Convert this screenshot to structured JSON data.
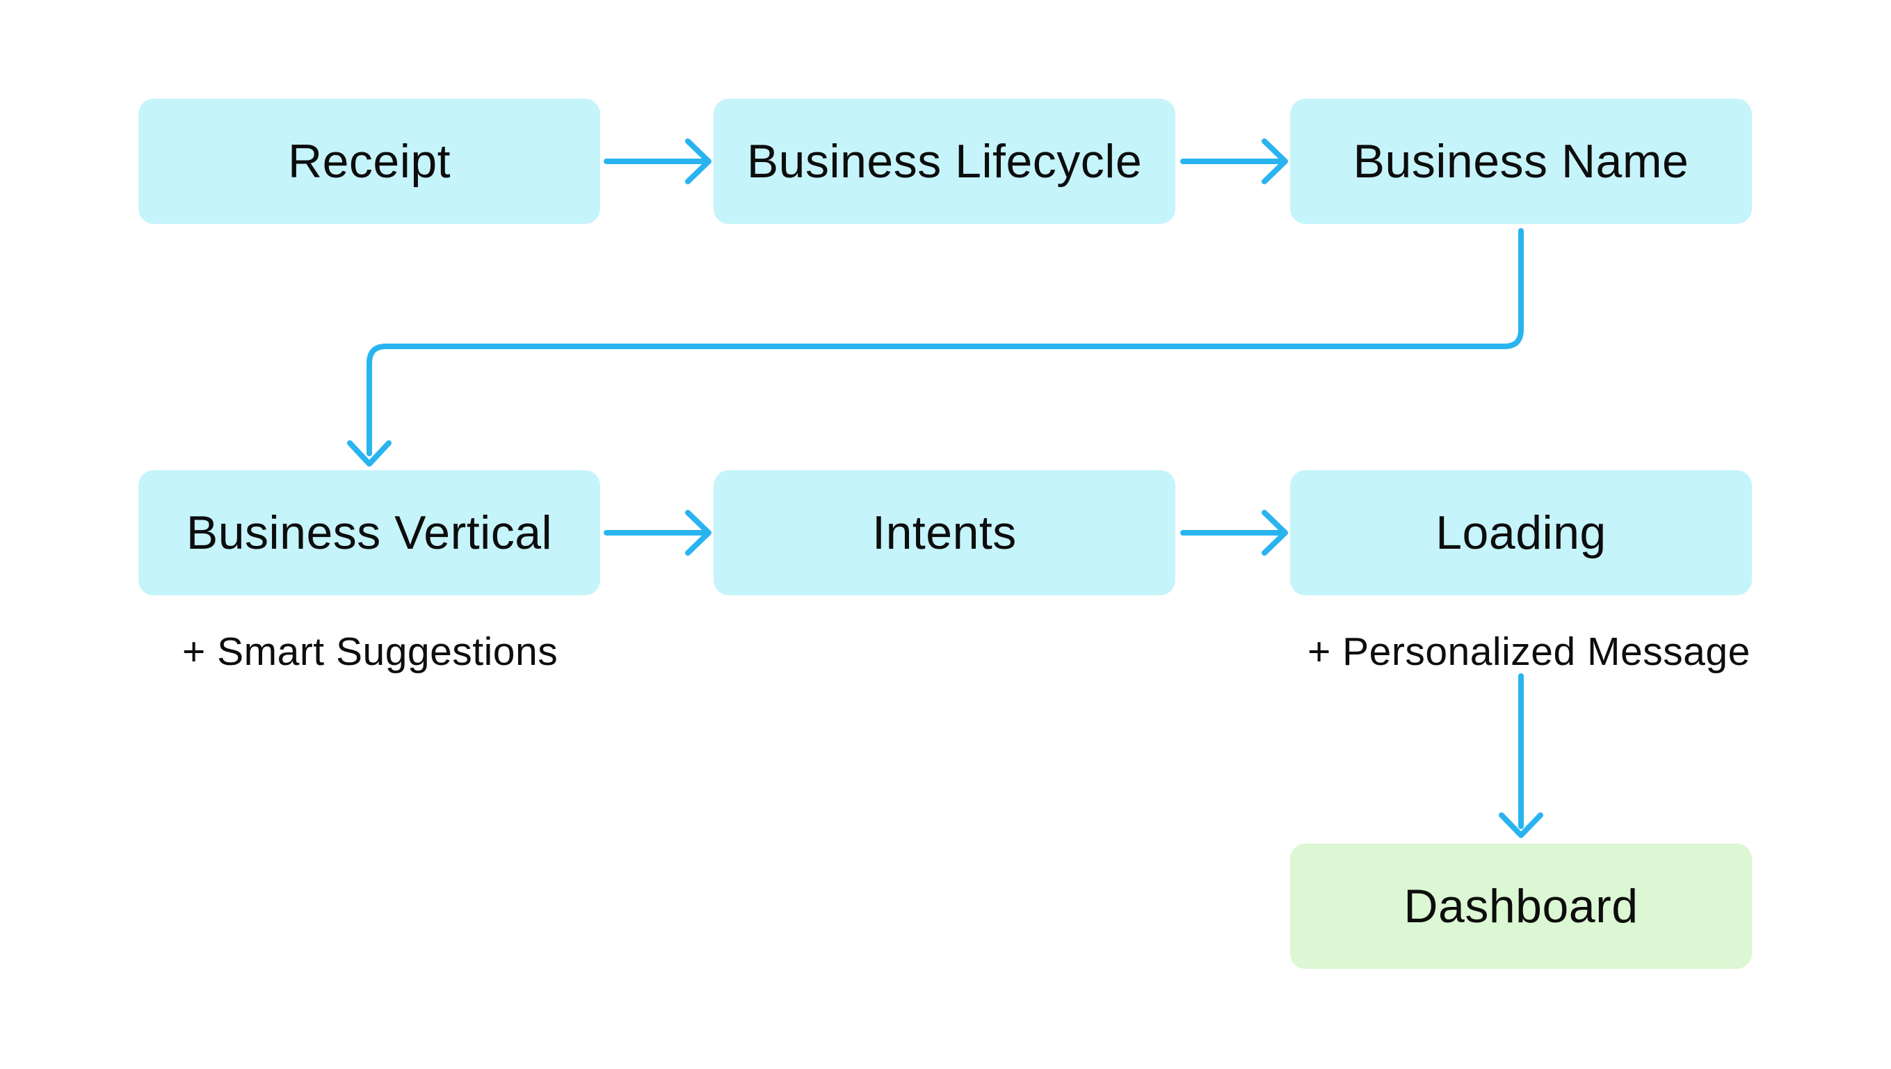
{
  "colors": {
    "background": "#FFFFFF",
    "node_fill": "#C6F4FB",
    "final_fill": "#DCF7D3",
    "arrow": "#29B4F0",
    "text": "#0D0D0D"
  },
  "nodes": [
    {
      "id": "receipt",
      "label": "Receipt",
      "type": "step"
    },
    {
      "id": "business-lifecycle",
      "label": "Business Lifecycle",
      "type": "step"
    },
    {
      "id": "business-name",
      "label": "Business Name",
      "type": "step"
    },
    {
      "id": "business-vertical",
      "label": "Business Vertical",
      "type": "step"
    },
    {
      "id": "intents",
      "label": "Intents",
      "type": "step"
    },
    {
      "id": "loading",
      "label": "Loading",
      "type": "step"
    },
    {
      "id": "dashboard",
      "label": "Dashboard",
      "type": "final"
    }
  ],
  "annotations": [
    {
      "id": "smart-suggestions",
      "label": "+ Smart Suggestions",
      "attached_to": "business-vertical"
    },
    {
      "id": "personalized-message",
      "label": "+ Personalized Message",
      "attached_to": "loading"
    }
  ],
  "edges": [
    {
      "from": "receipt",
      "to": "business-lifecycle"
    },
    {
      "from": "business-lifecycle",
      "to": "business-name"
    },
    {
      "from": "business-name",
      "to": "business-vertical"
    },
    {
      "from": "business-vertical",
      "to": "intents"
    },
    {
      "from": "intents",
      "to": "loading"
    },
    {
      "from": "loading",
      "to": "dashboard"
    }
  ]
}
